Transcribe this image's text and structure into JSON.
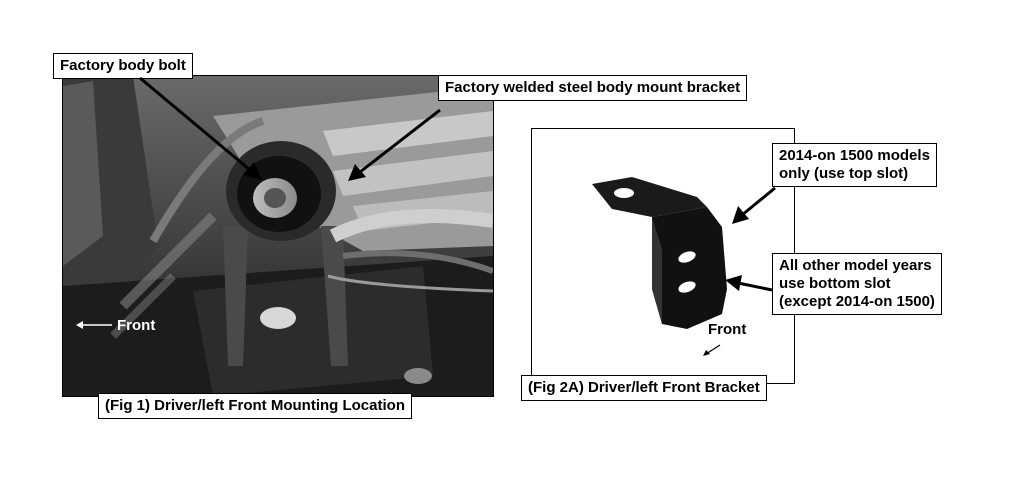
{
  "fig1": {
    "caption": "(Fig 1) Driver/left Front Mounting Location",
    "callout_bolt": "Factory body bolt",
    "callout_bracket": "Factory welded steel body mount bracket",
    "front_label": "Front"
  },
  "fig2": {
    "caption": "(Fig 2A) Driver/left Front Bracket",
    "callout_top_line1": "2014-on 1500 models",
    "callout_top_line2": "only (use top slot)",
    "callout_bottom_line1": "All other model years",
    "callout_bottom_line2": "use bottom slot",
    "callout_bottom_line3": "(except 2014-on 1500)",
    "front_label": "Front"
  }
}
